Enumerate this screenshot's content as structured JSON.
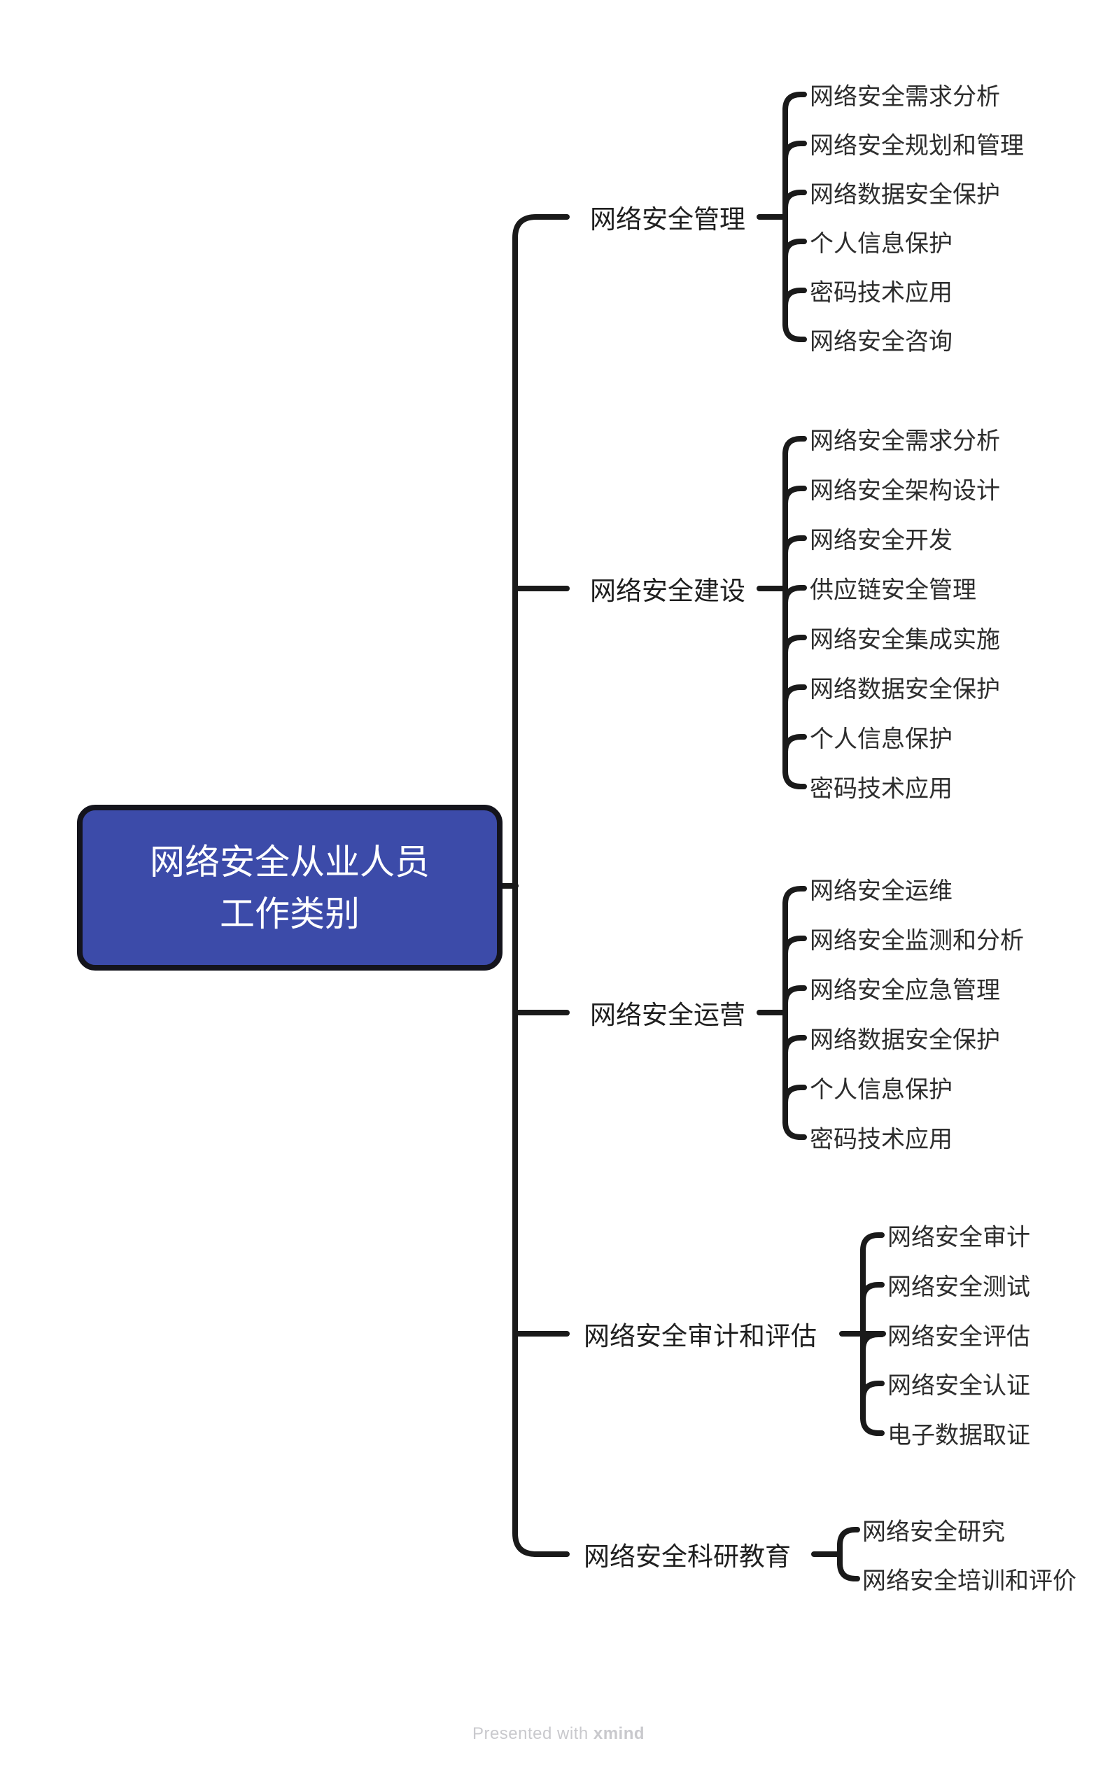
{
  "root": {
    "title_line1": "网络安全从业人员",
    "title_line2": "工作类别"
  },
  "branches": [
    {
      "label": "网络安全管理",
      "children": [
        "网络安全需求分析",
        "网络安全规划和管理",
        "网络数据安全保护",
        "个人信息保护",
        "密码技术应用",
        "网络安全咨询"
      ]
    },
    {
      "label": "网络安全建设",
      "children": [
        "网络安全需求分析",
        "网络安全架构设计",
        "网络安全开发",
        "供应链安全管理",
        "网络安全集成实施",
        "网络数据安全保护",
        "个人信息保护",
        "密码技术应用"
      ]
    },
    {
      "label": "网络安全运营",
      "children": [
        "网络安全运维",
        "网络安全监测和分析",
        "网络安全应急管理",
        "网络数据安全保护",
        "个人信息保护",
        "密码技术应用"
      ]
    },
    {
      "label": "网络安全审计和评估",
      "children": [
        "网络安全审计",
        "网络安全测试",
        "网络安全评估",
        "网络安全认证",
        "电子数据取证"
      ]
    },
    {
      "label": "网络安全科研教育",
      "children": [
        "网络安全研究",
        "网络安全培训和评价"
      ]
    }
  ],
  "footer": {
    "prefix": "Presented with ",
    "brand": "xmind"
  },
  "colors": {
    "root_fill": "#3c4ba9",
    "root_border": "#14141c",
    "connector": "#1a1a1a",
    "topic_text": "#2d2d2d",
    "root_text": "#ffffff",
    "watermark_text": "#c9c9cd",
    "background": "#ffffff"
  }
}
